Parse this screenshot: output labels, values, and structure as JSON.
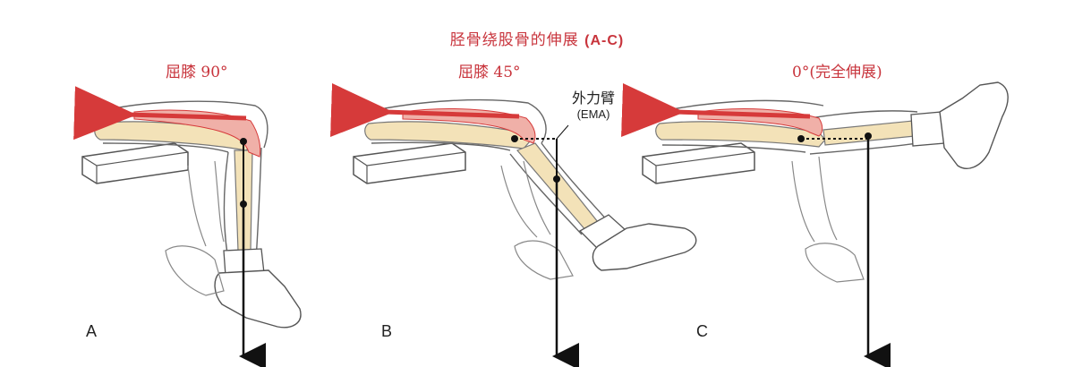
{
  "title": {
    "text": "胫骨绕股骨的伸展",
    "range": "(A-C)"
  },
  "panels": [
    {
      "letter": "A",
      "angle_label": "屈膝 90°"
    },
    {
      "letter": "B",
      "angle_label": "屈膝 45°"
    },
    {
      "letter": "C",
      "angle_label": "0°(完全伸展)"
    }
  ],
  "annotation": {
    "label": "外力臂",
    "abbr": "(EMA)"
  },
  "colors": {
    "muscle": "#d63a3a",
    "bone": "#f3e2b8",
    "outline": "#555555",
    "arrow": "#111111",
    "label": "#c8343c"
  }
}
